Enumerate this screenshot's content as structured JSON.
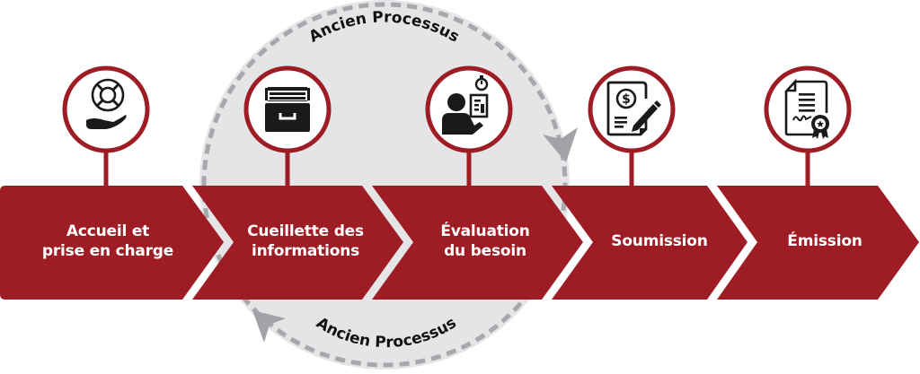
{
  "colors": {
    "band": "#9E1C24",
    "ring": "#9E1C24",
    "loop_fill": "#E5E5E7",
    "loop_dash": "#A7A8AC",
    "arrow": "#A2A3A7",
    "icon": "#1A1A1A",
    "label_text": "#FFFFFF",
    "loop_text": "#111111"
  },
  "loop": {
    "top_label": "Ancien Processus",
    "bottom_label": "Ancien Processus"
  },
  "steps": [
    {
      "id": "accueil",
      "lines": [
        "Accueil et",
        "prise en charge"
      ],
      "icon": "lifebuoy-hand-icon"
    },
    {
      "id": "cueillette",
      "lines": [
        "Cueillette des",
        "informations"
      ],
      "icon": "file-drawer-icon"
    },
    {
      "id": "evaluation",
      "lines": [
        "Évaluation",
        "du besoin"
      ],
      "icon": "person-stopwatch-document-icon"
    },
    {
      "id": "soumission",
      "lines": [
        "Soumission"
      ],
      "icon": "dollar-document-pen-icon"
    },
    {
      "id": "emission",
      "lines": [
        "Émission"
      ],
      "icon": "certificate-seal-icon"
    }
  ]
}
